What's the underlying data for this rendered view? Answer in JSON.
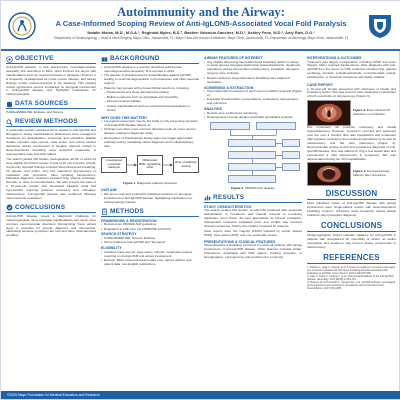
{
  "header": {
    "title": "Autoimmunity and the Airway:",
    "subtitle": "A Case-Informed Scoping Review of Anti-IgLON5-Associated Vocal Fold Paralysis",
    "authors": "Natalie Moisa, M.D., M.S.A.¹, Reginald Myles, B.S.², Bastien Valencia-Sanchez, M.D.³, Ashley Fens, M.D.¹, Amy Rutt, D.O.¹",
    "affiliations": "¹Department of Otolaryngology – Head & Neck Surgery, Mayo Clinic, Jacksonville, FL   ²Mayo Clinic Alix School of Medicine, Mayo Clinic, Jacksonville, FL   ³Department of Neurology, Mayo Clinic, Jacksonville, FL",
    "logo_left_icon": "otolaryngology-logo-icon",
    "logo_right_icon": "mayo-clinic-shield-icon"
  },
  "objective": {
    "heading": "OBJECTIVE",
    "text": "Anti-IgLON5 disease, a rare autoimmune neurodegenerative tauopathy first described in 2014, often involves the larynx with manifestations such as vocal fold paresis or paralysis. However, it is frequently misdiagnosed as motor neuron disease, and airway findings remain underrecognized in the literature. This scoping review synthesizes current knowledge on laryngeal involvement in Anti-IgLON5 disease and highlights implications for otolaryngologists."
  },
  "data_sources": {
    "heading": "DATA SOURCES",
    "text": "PubMed/MEDLINE, Embase, and Scopus"
  },
  "review_methods": {
    "heading": "REVIEW METHODS",
    "paragraphs": [
      "A systematic search combined terms related to Anti-IgLON5 and laryngeal or airway manifestations. References were managed in Covidence for deduplication, screening, and extraction. Eligible studies included case reports, case series, and cohort studies describing airway involvement in English. Reports limited to sleep-disordered breathing were analyzed separately. A representative case was then added.",
      "The search yielded 110 studies. Deduplication left 82, of which 44 were eligible for full-text review. A total of 25 met inclusion criteria. Commonly reported findings included sleep-disordered breathing, VF paresis, and stridor. Very few underwent laryngoscopy or evaluation with symptoms, often including tracheostomy. Following diagnosis, treatment included IVIg, plasma exchange, steroids, or other immunotherapies. We also present the case of a 70-year-old female who developed bilateral vocal fold hypomobility requiring posterior cordotomy and, ultimately, tracheostomy; Anti-IgLON5 disease was confirmed following neuromuscular evaluation."
    ]
  },
  "conclusions_left": {
    "heading": "CONCLUSIONS",
    "text": "Anti-IgLON5 disease poses a diagnostic challenge for otolaryngologists, as its laryngeal manifestations can mimic more common neuromuscular disorders. Recognizing these airway signs is essential for prompt diagnosis and intervention, particularly because symptoms are rare and often misunderstood condition."
  },
  "background": {
    "heading": "BACKGROUND",
    "bullets": [
      "Anti-IgLON5 disease is a recently described autoimmune neurodegenerative tauopathy, first reported in 2014.",
      "The disease is characterized by autoantibodies against IgLON5, leading to neuronal degeneration in the brainstem and other neuronal regions.",
      "Patients may present with a broad clinical spectrum, including:"
    ],
    "sub_bullets": [
      "Parasomnias and sleep disordered breathing",
      "Bulbar symptoms such as dysphagia and dysarthria",
      "Movement abnormalities",
      "Airway manifestations such as vocal fold paresis/paralysis or stridor."
    ]
  },
  "why": {
    "heading": "WHY DOES THIS MATTER?",
    "bullets": [
      "Laryngeal involvement may be the initial or only presenting symptom of Anti-IgLON5 disease (Figure 1).",
      "Findings can mimic more common disorders such as motor neuron disease, leading to diagnostic delay.",
      "Recognition of characteristic airway signs can trigger appropriate antibody testing, facilitating earlier diagnosis and multidisciplinary care."
    ],
    "flow_boxes": [
      "Unexplained vocal fold paralysis",
      "Differential: MND, dysarthria, other",
      "Rule of antibody testing"
    ],
    "figure_caption_bold": "Figure 1.",
    "figure_caption": "Diagnostic pathway flowchart"
  },
  "our_aim": {
    "heading": "OUR AIM",
    "bullets": [
      "We aim to map and synthesize published evidence on laryngeal involvement in Anti-IgLON5 disease, highlighting implications for otolaryngology practice."
    ]
  },
  "methods": {
    "heading": "METHODS",
    "framework_head": "FRAMEWORK & REGISTRATION",
    "framework": [
      "Reported per PRISMA-ScR guidelines",
      "Registered in OSF (doi: 10.17605/OSF.IO/XXXX)"
    ],
    "search_head": "SEARCH STRATEGY",
    "search": [
      "PubMed/MEDLINE, Scopus, Embase",
      "Terms related to Anti-IgLON5 and \"laryngeal\""
    ],
    "eligibility_head": "ELIGIBILITY",
    "eligibility": [
      "Included: Case reports, case series, cohorts, systematic reviews reporting on Anti-IgLON5 and airway involvement",
      "Exclude: Basic science/animal models only; reports without new patient data, non-English publications."
    ]
  },
  "airway": {
    "heading": "AIRWAY FEATURES OF INTEREST",
    "bullets": [
      "Any studies discussing sleep-disordered breathing (within or sleep) or sleep apnea), laryngeal dysfunction (paresis/paralysis, dysphonia, aspiration), airway interventions (tracheotomy, intubation, laryngeal surgery) were included.",
      "Reports limited to sleep-disordered breathing were analyzed separately."
    ],
    "screening_head": "SCREENING & EXTRACTION",
    "screening": [
      "Two independent reviewers of each report (conflicts resolved) (Figure 2).",
      "Extracted characteristics, presentations, evaluations, interventions, and outcomes."
    ],
    "analysis_head": "ANALYSIS",
    "analysis": [
      "Results were synthesized narratively.",
      "Heterogeneity of study designs precluded quantitative analysis."
    ],
    "figure_caption_bold": "Figure 2.",
    "figure_caption": "PRISMA flow diagram"
  },
  "results": {
    "heading": "RESULTS",
    "study_head": "STUDY CHARACTERISTICS",
    "study_text": "The search yielded 110 studies, of which 82 remained after automatic deduplication in Covidence and manual removal of remaining duplicates. From these, 44 were appropriate for full-text evaluation. Independent reviewers evaluated texts and conflict was resolved through consensus. Twenty-five studies remained for analysis.",
    "case_text": "Case reports were the majority (15/25) followed by cohort studies (5/25), case series (3/25), and one systematic review.",
    "presentations_head": "PRESENTATIONS & CLINICAL FEATURES",
    "presentations_text": "Sleep-disordered breathing (occurred in nearly all patients with airway involvement of Anti-IgLON5 disease. Other features included stridor, hoarseness, dysphagia with 50% patient, choking episodes, or laryngospasm. Laryngoscopy was performed in a minority."
  },
  "interventions": {
    "heading": "INTERVENTIONS & OUTCOMES",
    "text": "Treatment was largely nonoperative, including CPAP and voice therapy. Many required tracheostomy. After diagnosis with Anti-IgLON5 from the serum or CSF, treatment included IVIg, plasma exchange, steroids, cyclophosphamide, mycophenolate mofetil, azathioprine, or rituximab. Response was highly variable."
  },
  "case_report": {
    "heading": "CASE REPORT",
    "text": "A 70-year-old female presented with shortness of breath and inspiratory stridor. She was found to have weakness in abduction of both vocal folds on laryngoscopy (Figure 3).",
    "figure3_caption_bold": "Figure 3.",
    "figure3_caption": "Post-maximal VF abduction on intubation.",
    "text2": "She underwent left posterior cordotomy and medial arytenoidectomy. However, symptoms returned and worsened over the next 4 months. She was hospitalized and underwent right posterior cordotomy and medial arytenoidectomy as well as tracheostomy and NG tube placement (Figure 4). Neuromuscular workup at that time provided a diagnosis of Anti-IgLON5 disease. She was started on IVIg a few weeks later and experienced a mild improvement in symptoms. She was decannulated during her 5th hospitalization.",
    "figure4_caption_bold": "Figure 4.",
    "figure4_caption": "Improved airway patency after procedure."
  },
  "discussion": {
    "heading": "DISCUSSION",
    "text": "Most published cases of Anti-IgLON5 disease with airway involvement were single-patient reports with sleep-disordered breathing common. Clinicians rarely frequently require airway problems often precedent diagnosis."
  },
  "conclusions_right": {
    "heading": "CONCLUSIONS",
    "text": "Otolaryngologists should maintain vigilance for Anti-IgLON5 in patients with unexplained VF immobility or stridor, as earlier recognition and treatment may prevent airway compromise or tracheostomy."
  },
  "references": {
    "heading": "REFERENCES",
    "items": [
      "1. Sabater L, Gaig C, Gelpi E, et al. A novel non-rapid-eye movement and rapid-eye-movement parasomnia with sleep breathing disorder associated with antibodies to IgLON5. Lancet Neurol. 2014;13(6):575-586.",
      "2. Gaig C, Graus F, Compta Y, et al. Clinical manifestations of the anti-IgLON5 disease. Neurology. 2017;88(18):1736-1743.",
      "3. Honorat JA, Komorowski L, Josephs KA, et al. IgLON5 antibody: neurological accompaniments and outcomes in 20 patients. Neurol Neuroimmunol Neuroinflamm. 2017;4(5):e385."
    ]
  },
  "footer": {
    "text": "©2025 Mayo Foundation for Medical Education and Research"
  },
  "colors": {
    "accent": "#1f5fa8",
    "rule": "#2e6eb5",
    "prisma_box": "#e8eef7"
  }
}
